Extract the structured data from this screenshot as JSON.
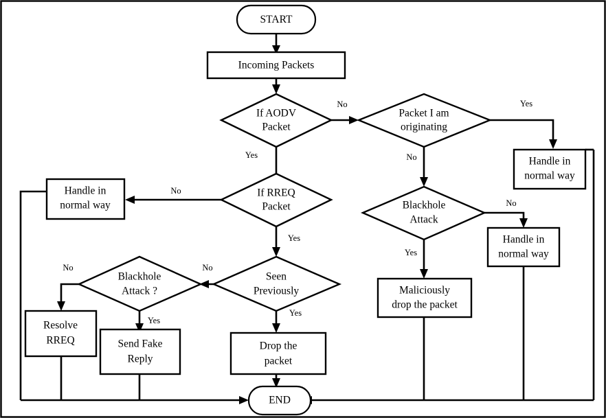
{
  "diagram": {
    "title": "AODV Blackhole Attack Detection Flowchart",
    "colors": {
      "background": "#ffffff",
      "stroke": "#000000",
      "node_fill": "#ffffff"
    },
    "nodes": [
      {
        "id": "start",
        "type": "terminator",
        "text": "START"
      },
      {
        "id": "incoming",
        "type": "process",
        "text_line1": "Incoming Packets"
      },
      {
        "id": "if_aodv",
        "type": "decision",
        "text_line1": "If AODV",
        "text_line2": "Packet"
      },
      {
        "id": "originating",
        "type": "decision",
        "text_line1": "Packet I am",
        "text_line2": "originating"
      },
      {
        "id": "handle_tr",
        "type": "process",
        "text_line1": "Handle in",
        "text_line2": "normal way"
      },
      {
        "id": "blackhole_r",
        "type": "decision",
        "text_line1": "Blackhole",
        "text_line2": "Attack"
      },
      {
        "id": "handle_r",
        "type": "process",
        "text_line1": "Handle in",
        "text_line2": "normal way"
      },
      {
        "id": "malicious_drop",
        "type": "process",
        "text_line1": "Maliciously",
        "text_line2": "drop the packet"
      },
      {
        "id": "if_rreq",
        "type": "decision",
        "text_line1": "If RREQ",
        "text_line2": "Packet"
      },
      {
        "id": "handle_l",
        "type": "process",
        "text_line1": "Handle in",
        "text_line2": "normal way"
      },
      {
        "id": "seen_prev",
        "type": "decision",
        "text_line1": "Seen",
        "text_line2": "Previously"
      },
      {
        "id": "blackhole_l",
        "type": "decision",
        "text_line1": "Blackhole",
        "text_line2": "Attack ?"
      },
      {
        "id": "resolve_rreq",
        "type": "process",
        "text_line1": "Resolve",
        "text_line2": "RREQ"
      },
      {
        "id": "send_fake",
        "type": "process",
        "text_line1": "Send Fake",
        "text_line2": "Reply"
      },
      {
        "id": "drop_packet",
        "type": "process",
        "text_line1": "Drop the",
        "text_line2": "packet"
      },
      {
        "id": "end",
        "type": "terminator",
        "text": "END"
      }
    ],
    "edge_labels": {
      "aodv_no": "No",
      "aodv_yes": "Yes",
      "originating_yes": "Yes",
      "originating_no": "No",
      "blackhole_r_no": "No",
      "blackhole_r_yes": "Yes",
      "rreq_no": "No",
      "rreq_yes": "Yes",
      "seen_no": "No",
      "seen_yes": "Yes",
      "blackhole_l_no": "No",
      "blackhole_l_yes": "Yes"
    }
  }
}
